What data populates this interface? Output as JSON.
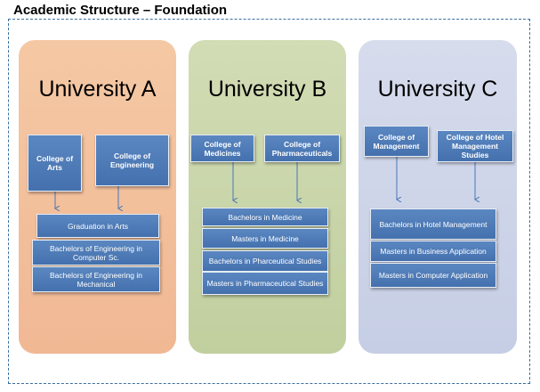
{
  "title": "Academic Structure – Foundation",
  "universities": [
    {
      "name": "University A",
      "colleges": [
        "College of Arts",
        "College of Engineering"
      ],
      "programs": [
        "Graduation in Arts",
        "Bachelors of Engineering in Computer Sc.",
        "Bachelors of Engineering in Mechanical"
      ],
      "color": "#f3c19d"
    },
    {
      "name": "University B",
      "colleges": [
        "College of Medicines",
        "College of Pharmaceuticals"
      ],
      "programs": [
        "Bachelors in Medicine",
        "Masters in Medicine",
        "Bachelors in Pharceutical Studies",
        "Masters in Pharmaceutical Studies"
      ],
      "color": "#c9d5aa"
    },
    {
      "name": "University C",
      "colleges": [
        "College of Management",
        "College of Hotel Management Studies"
      ],
      "programs": [
        "Bachelors in Hotel Management",
        "Masters in Business Application",
        "Masters in Computer Application"
      ],
      "color": "#ced5e8"
    }
  ],
  "box_color": "#4f7bba",
  "arrow_color": "#4a76b5"
}
